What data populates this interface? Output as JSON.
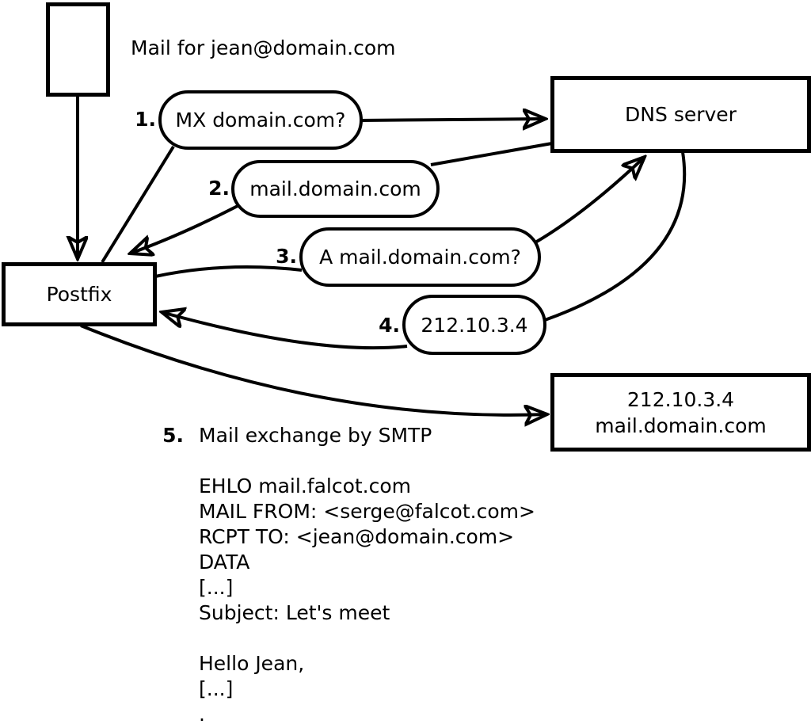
{
  "diagram": {
    "title": "Mail for jean@domain.com",
    "nodes": {
      "postfix": {
        "label": "Postfix"
      },
      "dns": {
        "label": "DNS server"
      },
      "mailserver": {
        "line1": "212.10.3.4",
        "line2": "mail.domain.com"
      }
    },
    "steps": [
      {
        "num": "1.",
        "label": "MX domain.com?"
      },
      {
        "num": "2.",
        "label": "mail.domain.com"
      },
      {
        "num": "3.",
        "label": "A mail.domain.com?"
      },
      {
        "num": "4.",
        "label": "212.10.3.4"
      },
      {
        "num": "5.",
        "label": "Mail exchange by SMTP"
      }
    ],
    "smtp_session": [
      "EHLO mail.falcot.com",
      "MAIL FROM: <serge@falcot.com>",
      "RCPT TO: <jean@domain.com>",
      "DATA",
      "[...]",
      "Subject: Let's meet",
      "",
      "Hello Jean,",
      "[...]",
      "."
    ]
  },
  "colors": {
    "line": "#000000",
    "background": "#ffffff"
  }
}
